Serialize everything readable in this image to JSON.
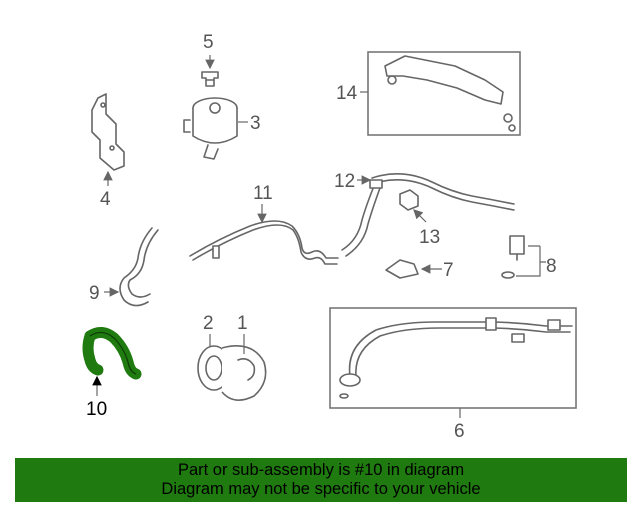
{
  "diagram": {
    "labels": {
      "part_1": "1",
      "part_2": "2",
      "part_3": "3",
      "part_4": "4",
      "part_5": "5",
      "part_6": "6",
      "part_7": "7",
      "part_8": "8",
      "part_9": "9",
      "part_10": "10",
      "part_11": "11",
      "part_12": "12",
      "part_13": "13",
      "part_14": "14"
    },
    "highlighted_part": "10",
    "colors": {
      "highlight": "#1f7a0f",
      "line_art": "#666666"
    }
  },
  "banner": {
    "line1": "Part or sub-assembly is #10 in diagram",
    "line2": "Diagram may not be specific to your vehicle",
    "background": "#1f7a0f"
  }
}
